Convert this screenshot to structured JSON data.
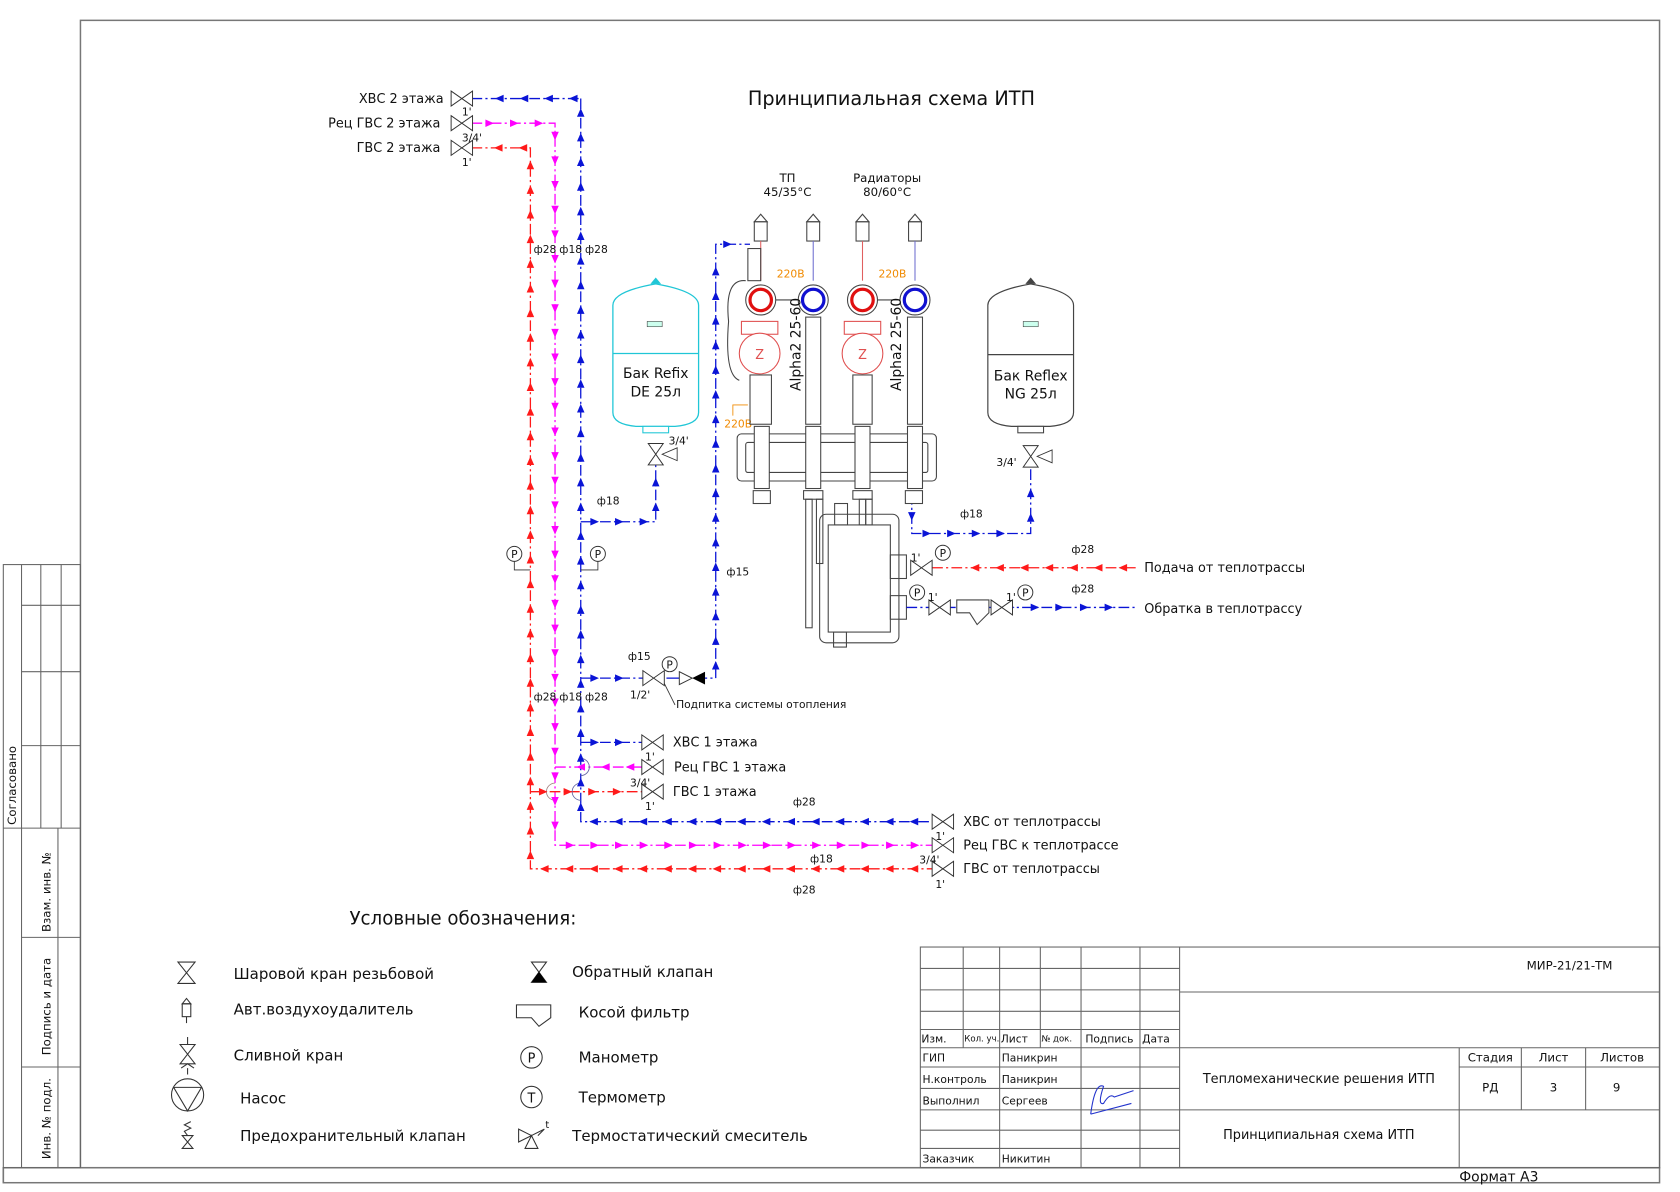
{
  "title": "Принципиальная схема ИТП",
  "colors": {
    "hot_water": "#ff1a1a",
    "recirculation": "#ff00ff",
    "cold_water": "#0a14d6",
    "tank_refix": "#20c6d6",
    "power_label": "#f08a00",
    "frame": "#777777"
  },
  "floor2": {
    "xvs": "ХВС 2 этажа",
    "rec": "Рец ГВС 2 этажа",
    "gvs": "ГВС 2 этажа",
    "size_xvs": "1'",
    "size_rec": "3/4'",
    "size_gvs": "1'"
  },
  "floor1": {
    "xvs": "ХВС 1 этажа",
    "rec": "Рец ГВС 1 этажа",
    "gvs": "ГВС 1 этажа",
    "size_xvs": "1'",
    "size_rec": "3/4'",
    "size_gvs": "1'"
  },
  "mains": {
    "xvs": "ХВС от теплотрассы",
    "rec": "Рец ГВС к теплотрассе",
    "gvs": "ГВС от теплотрассы",
    "size_xvs": "1'",
    "size_rec": "3/4'",
    "size_gvs": "1'"
  },
  "heating_mains": {
    "supply": "Подача от теплотрассы",
    "return": "Обратка в теплотрассу",
    "size_supply": "1'",
    "size_return_a": "1'",
    "size_return_b": "1'"
  },
  "diameters": {
    "d28": "ф28",
    "d18": "ф18",
    "d15": "ф15"
  },
  "makeup": {
    "label": "Подпитка системы отопления",
    "size": "1/2'"
  },
  "circuits": {
    "tp_title": "ТП",
    "tp_temp": "45/35°C",
    "rad_title": "Радиаторы",
    "rad_temp": "80/60°C",
    "pump_model": "Alpha2 25-60",
    "power": "220В"
  },
  "tanks": {
    "refix_line1": "Бак Refix",
    "refix_line2": "DE 25л",
    "reflex_line1": "Бак Reflex",
    "reflex_line2": "NG 25л",
    "valve_size": "3/4'"
  },
  "gauge_letter": "P",
  "legend": {
    "title": "Условные обозначения:",
    "items": [
      {
        "symbol": "ball-valve",
        "label": "Шаровой кран резьбовой"
      },
      {
        "symbol": "air-vent",
        "label": "Авт.воздухоудалитель"
      },
      {
        "symbol": "drain-valve",
        "label": "Сливной кран"
      },
      {
        "symbol": "pump",
        "label": "Насос"
      },
      {
        "symbol": "safety-valve",
        "label": "Предохранительный клапан"
      },
      {
        "symbol": "check-valve",
        "label": "Обратный клапан"
      },
      {
        "symbol": "y-strainer",
        "label": "Косой фильтр"
      },
      {
        "symbol": "manometer",
        "label": "Манометр",
        "letter": "P"
      },
      {
        "symbol": "thermometer",
        "label": "Термометр",
        "letter": "T"
      },
      {
        "symbol": "thermostatic-mixer",
        "label": "Термостатический смеситель",
        "mark": "t"
      }
    ]
  },
  "side_stamp": {
    "agreed": "Согласовано",
    "inv_replace": "Взам. инв. №",
    "sign_date": "Подпись и дата",
    "inv_orig": "Инв. № подл."
  },
  "title_block": {
    "code": "МИР-21/21-ТМ",
    "headers": [
      "Изм.",
      "Кол. уч.",
      "Лист",
      "№ док.",
      "Подпись",
      "Дата"
    ],
    "rows": [
      {
        "role": "ГИП",
        "name": "Паникрин"
      },
      {
        "role": "Н.контроль",
        "name": "Паникрин"
      },
      {
        "role": "Выполнил",
        "name": "Сергеев"
      },
      {
        "role": "",
        "name": ""
      },
      {
        "role": "",
        "name": ""
      },
      {
        "role": "Заказчик",
        "name": "Никитин"
      }
    ],
    "project": "Тепломеханические решения ИТП",
    "sheet_title": "Принципиальная схема ИТП",
    "stage_label": "Стадия",
    "sheet_label": "Лист",
    "sheets_label": "Листов",
    "stage": "РД",
    "sheet": "3",
    "sheets": "9",
    "format": "Формат А3"
  }
}
